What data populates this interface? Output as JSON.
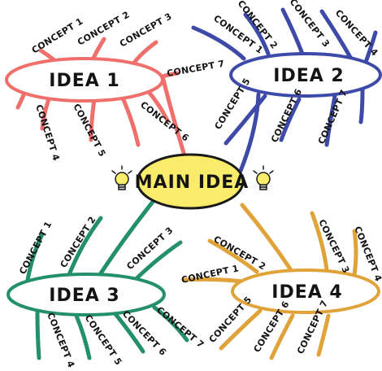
{
  "main": {
    "label": "MAIN IDEA"
  },
  "colors": {
    "idea1": "#ef6f6c",
    "idea2": "#3e4aa8",
    "idea3": "#23906a",
    "idea4": "#e0a33a",
    "main_fill": "#f8ec6a",
    "outline": "#1a1a1a"
  },
  "icons": [
    "lightbulb-icon",
    "lightbulb-icon"
  ],
  "ideas": [
    {
      "label": "IDEA 1",
      "concepts": [
        "CONCEPT 1",
        "CONCEPT 2",
        "CONCEPT 3",
        "CONCEPT 7",
        "CONCEPT 6",
        "CONCEPT 5",
        "CONCEPT 4"
      ]
    },
    {
      "label": "IDEA 2",
      "concepts": [
        "CONCEPT 1",
        "CONCEPT 2",
        "CONCEPT 3",
        "CONCEPT 4",
        "CONCEPT 5",
        "CONCEPT 6",
        "CONCEPT 7"
      ]
    },
    {
      "label": "IDEA 3",
      "concepts": [
        "CONCEPT 1",
        "CONCEPT 2",
        "CONCEPT 3",
        "CONCEPT 4",
        "CONCEPT 5",
        "CONCEPT 6",
        "CONCEPT 7"
      ]
    },
    {
      "label": "IDEA 4",
      "concepts": [
        "CONCEPT 1",
        "CONCEPT 2",
        "CONCEPT 3",
        "CONCEPT 4",
        "CONCEPT 5",
        "CONCEPT 6",
        "CONCEPT 7"
      ]
    }
  ]
}
